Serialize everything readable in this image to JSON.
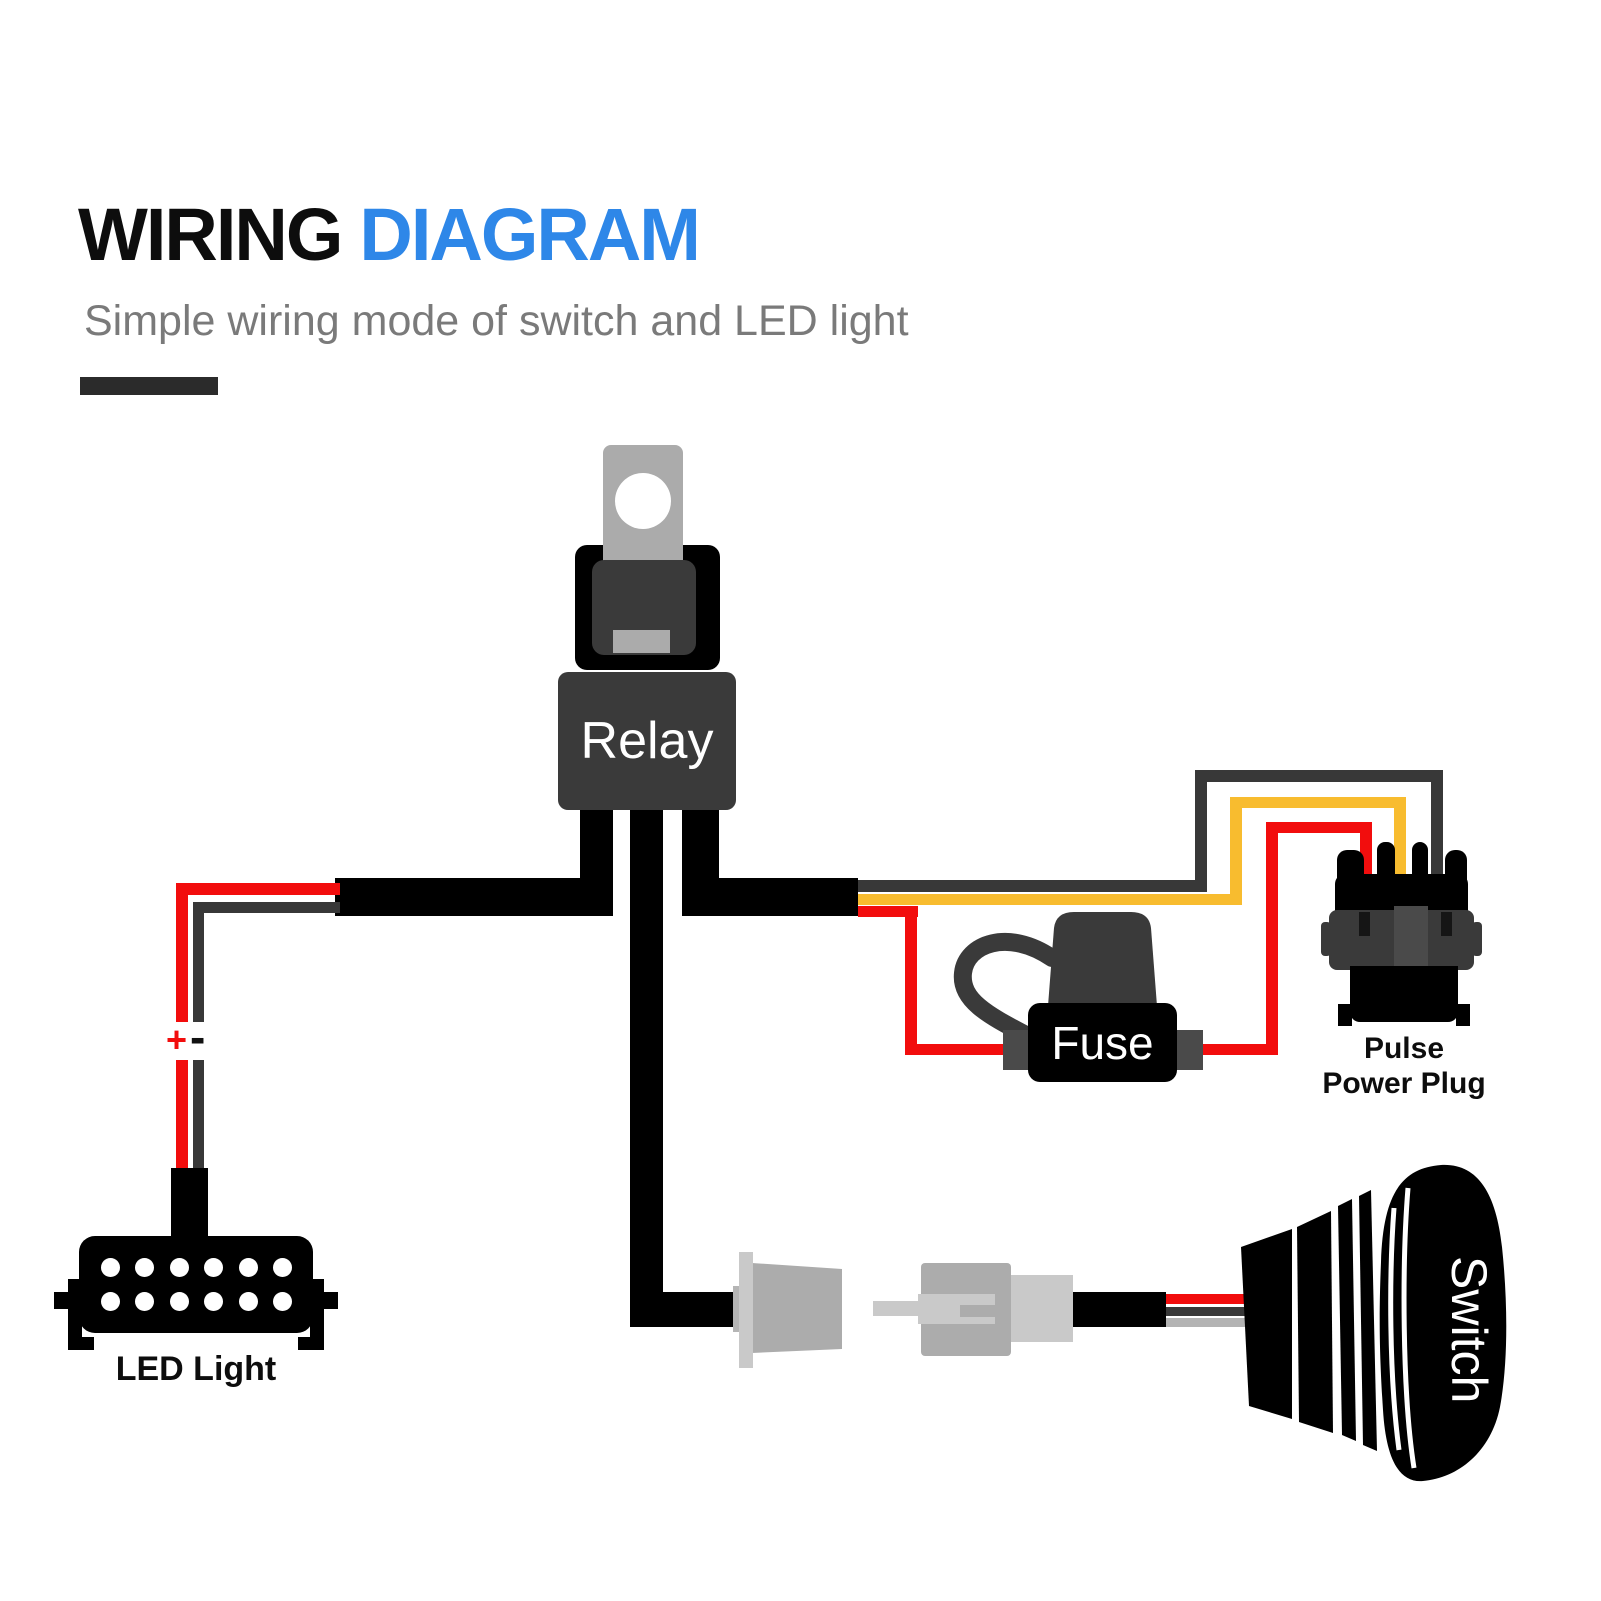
{
  "header": {
    "title_primary": "WIRING",
    "title_accent": "DIAGRAM",
    "subtitle": "Simple wiring mode of switch and LED light"
  },
  "labels": {
    "relay": "Relay",
    "fuse": "Fuse",
    "pulse_plug_line1": "Pulse",
    "pulse_plug_line2": "Power Plug",
    "switch": "Switch",
    "led_light": "LED Light",
    "positive": "+",
    "negative": "-"
  },
  "colors": {
    "accent_blue": "#2E87E8",
    "wire_red": "#F20D0D",
    "wire_yellow": "#F8BC2F",
    "wire_dark_gray": "#383838",
    "wire_black": "#000000",
    "connector_gray": "#ACACAC",
    "connector_light_gray": "#C9C9C9",
    "subtitle_gray": "#7A7A7A"
  }
}
